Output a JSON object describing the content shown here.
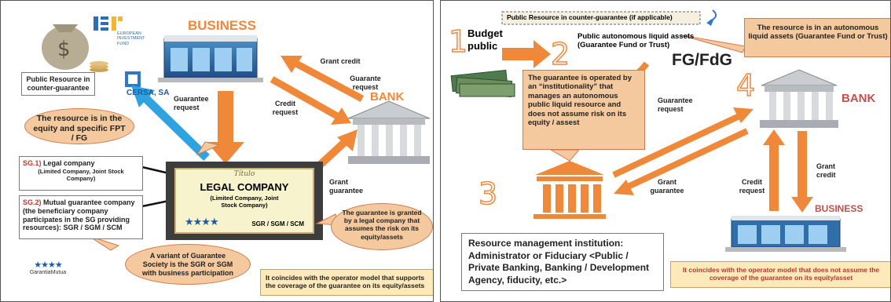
{
  "left": {
    "eif": {
      "line1": "EUROPEAN",
      "line2": "INVESTMENT",
      "line3": "FUND"
    },
    "business_label": "BUSINESS",
    "bank_label": "BANK",
    "cersa_label": "CERSA, SA",
    "public_resource": "Public Resource in counter-guarantee",
    "bubble_equity": "The resource is in the equity and specific FPT / FG",
    "sg1_prefix": "SG.1)",
    "sg1_title": "Legal company",
    "sg1_detail": "(Limited Company, Joint Stock Company)",
    "sg2_prefix": "SG.2)",
    "sg2_text": "Mutual guarantee company (the beneficiary company participates in the SG providing resources): SGR / SGM / SCM",
    "certificate": {
      "script": "Título",
      "title": "LEGAL COMPANY",
      "subtitle": "(Limited Company, Joint Stock Company)",
      "code": "SGR / SGM / SCM"
    },
    "bubble_variant": "A variant of Guarantee Society is the SGR or SGM with business participation",
    "bubble_granted": "The guarantee is granted by a legal company that assumes the risk on its equity/assets",
    "grant_credit": "Grant credit",
    "guarantee_request_top": "Guarante request",
    "credit_request": "Credit request",
    "guarantee_request_left": "Guarantee request",
    "grant_guarantee": "Grant guarantee",
    "garantia_logo": "GarantiaMutua",
    "footer": "It coincides with the operator model that supports the coverage of the guarantee on its equity/assets"
  },
  "right": {
    "banner": "Public Resource in counter-guarantee (if applicable)",
    "n1": "1",
    "budget": "Budget public",
    "n2": "2",
    "public_assets": "Public autonomous liquid assets (Guarantee Fund or Trust)",
    "resource_autonomous": "The resource is in an autonomous liquid assets (Guarantee Fund or Trust)",
    "fg": "FG/FdG",
    "operated": "The guarantee is operated by an “institutionality” that manages an autonomous public liquid resource and does not assume risk on its equity / assest",
    "n4": "4",
    "bank_label": "BANK",
    "guarantee_request": "Guarantee request",
    "grant_guarantee": "Grant guarantee",
    "credit_request": "Credit request",
    "grant_credit": "Grant credit",
    "n3": "3",
    "business_label": "BUSINESS",
    "institution": "Resource management institution: Administrator or Fiduciary <Public / Private Banking, Banking / Development Agency, fiducity, etc.>",
    "footer": "It coincides with the operator model that does not assume the coverage of the guarantee on its equity/asset"
  },
  "colors": {
    "orange": "#f0883a",
    "red": "#c0392b",
    "blue": "#2ea3e0",
    "note_fill": "#fbe9c9"
  }
}
